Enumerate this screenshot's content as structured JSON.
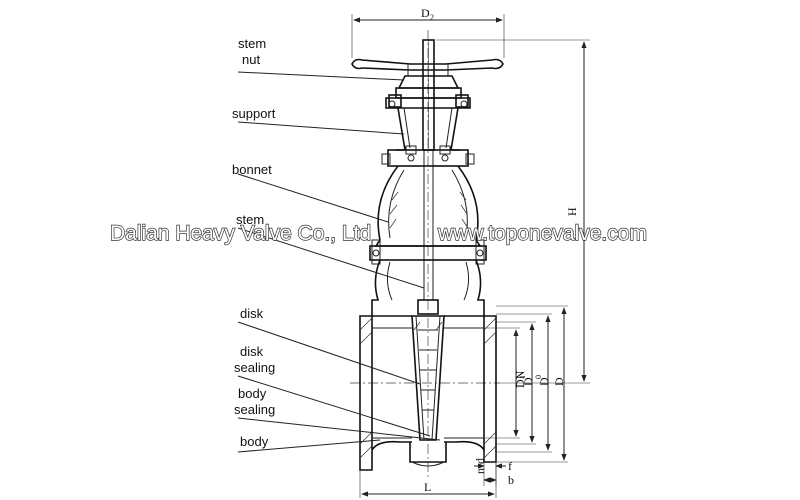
{
  "labels": {
    "stem_nut_line1": "stem",
    "stem_nut_line2": "nut",
    "support": "support",
    "bonnet": "bonnet",
    "stem": "stem",
    "disk": "disk",
    "disk_sealing_line1": "disk",
    "disk_sealing_line2": "sealing",
    "body_sealing_line1": "body",
    "body_sealing_line2": "sealing",
    "body": "body"
  },
  "dimensions": {
    "D2": "D",
    "D2_sub": "2",
    "H": "H",
    "DN": "DN",
    "D1": "D",
    "D1_sub": "1",
    "D0": "D",
    "D0_sub": "0",
    "D": "D",
    "L": "L",
    "n_d": "n-d",
    "f": "f",
    "b": "b"
  },
  "watermark": {
    "company": "Dalian Heavy Valve Co., Ltd",
    "website": "www.toponevalve.com"
  },
  "colors": {
    "line": "#222222",
    "background": "#ffffff",
    "watermark_fill": "#ffffff",
    "watermark_outline": "#333333"
  }
}
